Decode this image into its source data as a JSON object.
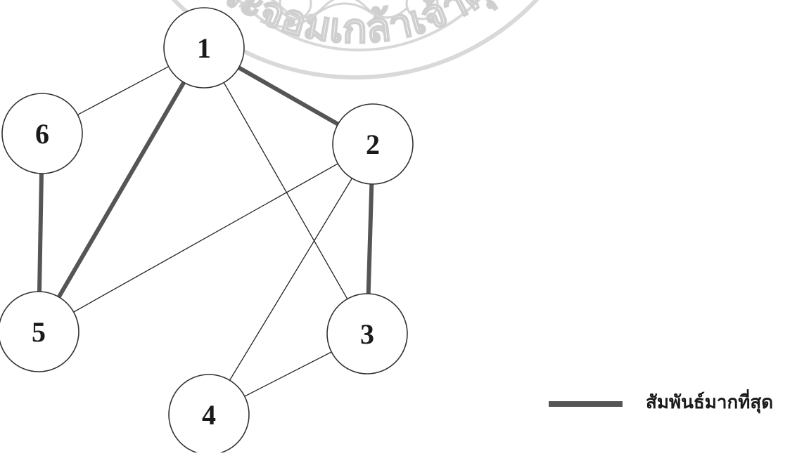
{
  "diagram": {
    "nodes": [
      {
        "id": "1",
        "label": "1"
      },
      {
        "id": "2",
        "label": "2"
      },
      {
        "id": "3",
        "label": "3"
      },
      {
        "id": "4",
        "label": "4"
      },
      {
        "id": "5",
        "label": "5"
      },
      {
        "id": "6",
        "label": "6"
      }
    ],
    "edges": [
      {
        "from": "1",
        "to": "6",
        "strong": false
      },
      {
        "from": "1",
        "to": "5",
        "strong": true
      },
      {
        "from": "1",
        "to": "2",
        "strong": true
      },
      {
        "from": "1",
        "to": "3",
        "strong": false
      },
      {
        "from": "2",
        "to": "5",
        "strong": false
      },
      {
        "from": "2",
        "to": "4",
        "strong": false
      },
      {
        "from": "2",
        "to": "3",
        "strong": true
      },
      {
        "from": "3",
        "to": "4",
        "strong": false
      },
      {
        "from": "6",
        "to": "5",
        "strong": true
      }
    ],
    "colors": {
      "strong_edge": "#555555",
      "weak_edge": "#222222",
      "node_stroke": "#333333",
      "watermark": "#cfcfcf"
    }
  },
  "legend": {
    "label": "สัมพันธ์มากที่สุด"
  },
  "watermark": {
    "text": "ยพระจอมเกล้าเจ้าคุณทห"
  }
}
